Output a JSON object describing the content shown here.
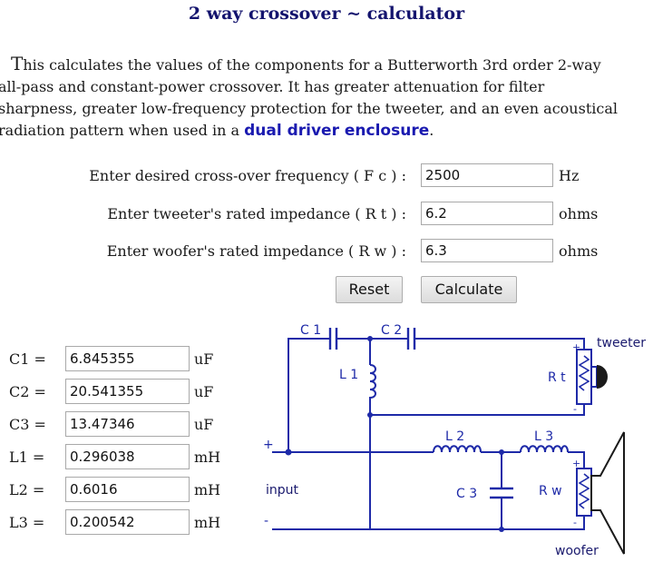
{
  "title": "2 way crossover ~ calculator",
  "intro": {
    "line1_big": "T",
    "line1_rest": "his calculates the values of the components for a Butterworth 3rd order 2-way",
    "line2": "all-pass and constant-power crossover.  It has greater attenuation for filter",
    "line3": "sharpness, greater low-frequency protection for the tweeter, and an even acoustical",
    "line4_pre": "radiation pattern when used in a ",
    "link": "dual driver enclosure",
    "line4_post": "."
  },
  "inputs": {
    "fc": {
      "label": "Enter desired cross-over frequency ( F c ) :",
      "value": "2500",
      "unit": "Hz"
    },
    "rt": {
      "label": "Enter tweeter's rated impedance ( R t ) :",
      "value": "6.2",
      "unit": "ohms"
    },
    "rw": {
      "label": "Enter woofer's rated impedance ( R w ) :",
      "value": "6.3",
      "unit": "ohms"
    }
  },
  "buttons": {
    "reset": "Reset",
    "calculate": "Calculate"
  },
  "results": [
    {
      "label": "C1 =",
      "value": "6.845355",
      "unit": "uF"
    },
    {
      "label": "C2 =",
      "value": "20.541355",
      "unit": "uF"
    },
    {
      "label": "C3 =",
      "value": "13.47346",
      "unit": "uF"
    },
    {
      "label": "L1 =",
      "value": "0.296038",
      "unit": "mH"
    },
    {
      "label": "L2 =",
      "value": "0.6016",
      "unit": "mH"
    },
    {
      "label": "L3 =",
      "value": "0.200542",
      "unit": "mH"
    }
  ],
  "schematic": {
    "c1": "C 1",
    "c2": "C 2",
    "l1": "L 1",
    "l2": "L 2",
    "l3": "L 3",
    "c3": "C 3",
    "rt": "R t",
    "rw": "R w",
    "tweeter": "tweeter",
    "woofer": "woofer",
    "input": "input",
    "plus": "+",
    "minus": "-",
    "line_color": "#1e2aa8"
  }
}
